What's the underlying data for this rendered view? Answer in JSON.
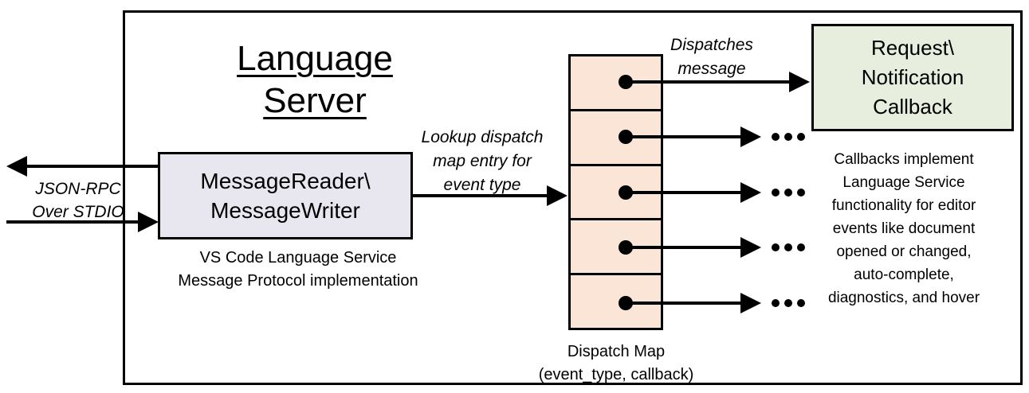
{
  "colors": {
    "canvas_bg": "#ffffff",
    "line": "#000000",
    "reader_fill": "#e8e7ef",
    "dispatch_fill": "#fbe5d6",
    "callback_fill": "#e7eedd"
  },
  "title": "Language Server",
  "stdio_label": {
    "line1": "JSON-RPC",
    "line2": "Over STDIO"
  },
  "reader": {
    "line1": "MessageReader\\",
    "line2": "MessageWriter",
    "caption_line1": "VS Code Language Service",
    "caption_line2": "Message Protocol implementation"
  },
  "lookup_label": {
    "line1": "Lookup dispatch",
    "line2": "map entry for",
    "line3": "event type"
  },
  "dispatch_map": {
    "cells": 5,
    "caption_line1": "Dispatch Map",
    "caption_line2": "(event_type, callback)"
  },
  "dispatches_label": {
    "line1": "Dispatches",
    "line2": "message"
  },
  "callback_box": {
    "line1": "Request\\",
    "line2": "Notification",
    "line3": "Callback"
  },
  "callback_note": {
    "lines": [
      "Callbacks implement",
      "Language Service",
      "functionality for editor",
      "events like document",
      "opened or changed,",
      "auto-complete,",
      "diagnostics, and hover"
    ]
  }
}
